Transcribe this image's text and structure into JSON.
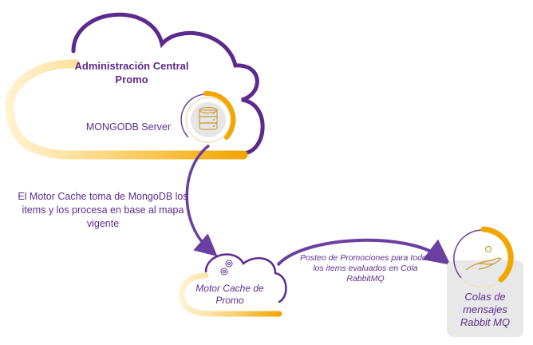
{
  "colors": {
    "purple": "#5b2a8c",
    "orange": "#f2a600",
    "light_orange": "#fbd57a",
    "gray_box": "#e8e8e8"
  },
  "nodes": {
    "admin_cloud": {
      "title": "Administración Central Promo",
      "server_label": "MONGODB Server",
      "icon": "database-icon"
    },
    "motor_cloud": {
      "label": "Motor Cache de Promo",
      "icon": "gears-icon"
    },
    "rabbit": {
      "label": "Colas de mensajes Rabbit MQ",
      "icon": "hand-gear-icon"
    }
  },
  "edges": [
    {
      "from": "admin_cloud",
      "to": "motor_cloud",
      "label": "El Motor Cache toma de MongoDB los items y los procesa en base al mapa vigente"
    },
    {
      "from": "motor_cloud",
      "to": "rabbit",
      "label": "Posteo de Promociones para todos los items evaluados en Cola RabbitMQ"
    }
  ]
}
